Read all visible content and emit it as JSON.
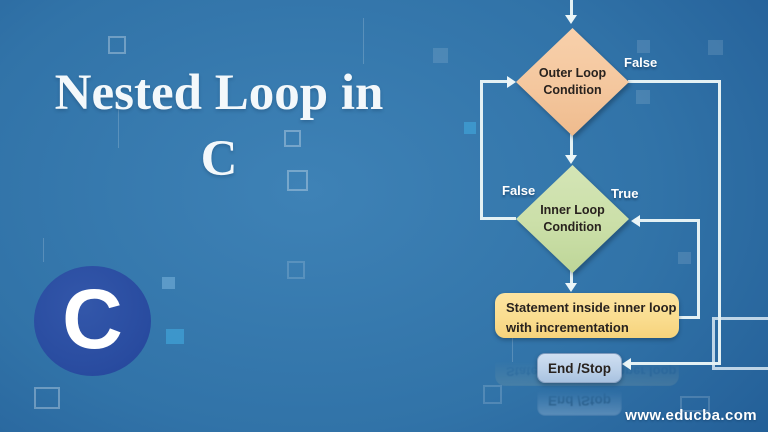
{
  "title": {
    "line1": "Nested Loop in",
    "line2": "C"
  },
  "logo": {
    "letter": "C"
  },
  "watermark": "www.educba.com",
  "colors": {
    "background_center": "#3e82b6",
    "background_edge": "#1d5a93",
    "flow_line": "#e4f1f4",
    "outer_diamond_fill": "#f4c79e",
    "inner_diamond_fill": "#cbdfa8",
    "statement_box_fill": "#fadd90",
    "end_box_fill": "#bcd1e9",
    "logo_circle_fill": "#2a4da1",
    "node_text": "#28221e",
    "edge_label_text": "#ffffff"
  },
  "flowchart": {
    "outer_decision": {
      "line1": "Outer Loop",
      "line2": "Condition"
    },
    "inner_decision": {
      "line1": "Inner Loop",
      "line2": "Condition"
    },
    "statement": {
      "line1": "Statement inside inner loop",
      "line2": "with incrementation"
    },
    "end_node": {
      "label": "End /Stop"
    },
    "labels": {
      "outer_false": "False",
      "inner_false": "False",
      "inner_true": "True"
    }
  }
}
